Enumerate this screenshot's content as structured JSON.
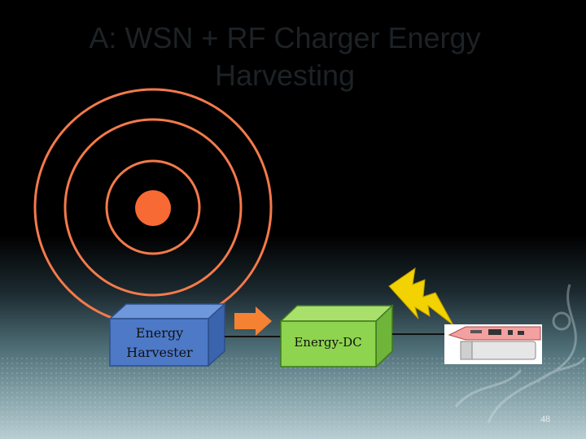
{
  "slide": {
    "title": "A: WSN + RF Charger Energy Harvesting",
    "page_number": "48"
  },
  "diagram": {
    "harvester_label": "Energy Harvester",
    "converter_label": "Energy-DC"
  },
  "colors": {
    "rf_waves": "#f47a4a",
    "rf_source": "#f86a33",
    "harvester_box": "#4d79c7",
    "converter_box": "#8ed44f",
    "arrow": "#f58233",
    "lightning": "#f2d200"
  },
  "icons": [
    "rf-source-icon",
    "right-arrow-icon",
    "lightning-bolt-icon",
    "sensor-node-icon"
  ]
}
